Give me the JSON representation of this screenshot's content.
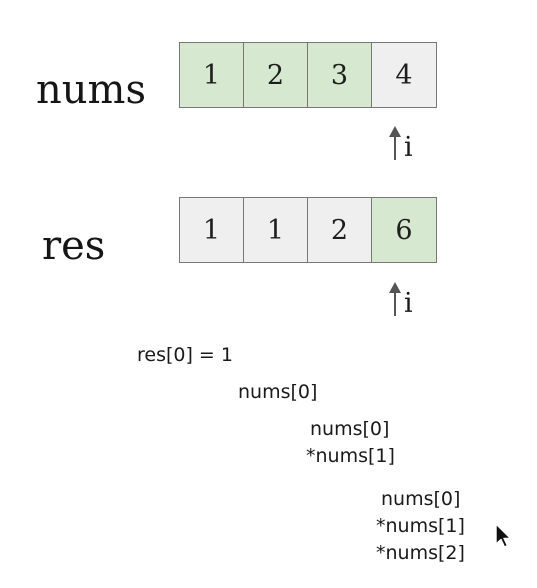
{
  "colors": {
    "highlight": "#d6e8cf",
    "plain": "#efefef",
    "border": "#777777",
    "pointer": "#555555"
  },
  "nums": {
    "label": "nums",
    "cells": [
      {
        "value": "1",
        "state": "highlight"
      },
      {
        "value": "2",
        "state": "highlight"
      },
      {
        "value": "3",
        "state": "highlight"
      },
      {
        "value": "4",
        "state": "plain"
      }
    ],
    "pointer_label": "i"
  },
  "res": {
    "label": "res",
    "cells": [
      {
        "value": "1",
        "state": "plain"
      },
      {
        "value": "1",
        "state": "plain"
      },
      {
        "value": "2",
        "state": "plain"
      },
      {
        "value": "6",
        "state": "highlight"
      }
    ],
    "pointer_label": "i"
  },
  "notes": {
    "step0": "res[0] = 1",
    "step1": "nums[0]",
    "step2_line1": "nums[0]",
    "step2_line2": "*nums[1]",
    "step3_line1": "nums[0]",
    "step3_line2": "*nums[1]",
    "step3_line3": "*nums[2]"
  },
  "icons": {
    "pointer": "up-arrow-icon",
    "cursor": "mouse-cursor-icon"
  }
}
